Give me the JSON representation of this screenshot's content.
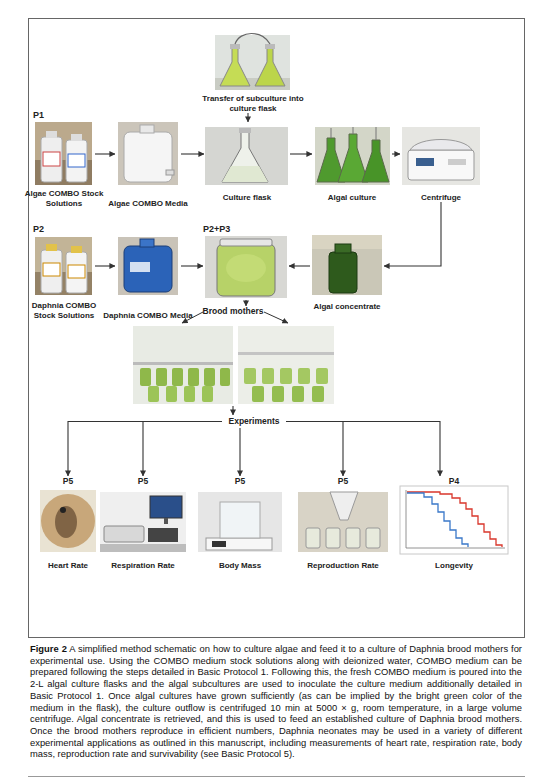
{
  "diagram": {
    "caption": "Figure 2 A simplified method schematic on how to culture algae and feed it to a culture of Daphnia brood mothers for experimental use. Using the COMBO medium stock solutions along with deionized water, COMBO medium can be prepared following the steps detailed in Basic Protocol 1. Following this, the fresh COMBO medium is poured into the 2-L algal culture flasks and the algal subcultures are used to inoculate the culture medium additionally detailed in Basic Protocol 1. Once algal cultures have grown sufficiently (as can be implied by the bright green color of the medium in the flask), the culture outflow is centrifuged 10 min at 5000 × g, room temperature, in a large volume centrifuge. Algal concentrate is retrieved, and this is used to feed an established culture of Daphnia brood mothers. Once the brood mothers reproduce in efficient numbers, Daphnia neonates may be used in a variety of different experimental applications as outlined in this manuscript, including measurements of heart rate, respiration rate, body mass, reproduction rate and survivability (see Basic Protocol 5).",
    "nodes": [
      {
        "text": [
          "Transfer of subculture into culture flask"
        ]
      },
      {
        "text": [
          "P1",
          "Algae COMBO Stock Solutions"
        ]
      },
      {
        "text": [
          "Algae COMBO Media"
        ]
      },
      {
        "text": [
          "Culture flask"
        ]
      },
      {
        "text": [
          "Algal culture"
        ]
      },
      {
        "text": [
          "Centrifuge"
        ]
      },
      {
        "text": [
          "P2",
          "Daphnia COMBO Stock Solutions"
        ]
      },
      {
        "text": [
          "Daphnia COMBO Media"
        ]
      },
      {
        "text": [
          "P2+P3"
        ]
      },
      {
        "text": [
          "Algal concentrate"
        ]
      },
      {
        "text": [
          "Brood mothers"
        ]
      },
      {
        "text": [
          "Experiments"
        ]
      },
      {
        "text": [
          "P5",
          "Heart Rate"
        ]
      },
      {
        "text": [
          "P5",
          "Respiration Rate"
        ]
      },
      {
        "text": [
          "P5",
          "Body Mass"
        ]
      },
      {
        "text": [
          "P5",
          "Reproduction Rate"
        ]
      },
      {
        "text": [
          "P4",
          "Longevity"
        ]
      }
    ],
    "edges": [
      {
        "from": 0,
        "to": 3,
        "arrow": "to"
      },
      {
        "from": 1,
        "to": 2,
        "arrow": "to"
      },
      {
        "from": 2,
        "to": 3,
        "arrow": "to"
      },
      {
        "from": 3,
        "to": 4,
        "arrow": "to"
      },
      {
        "from": 4,
        "to": 5,
        "arrow": "to"
      },
      {
        "from": 5,
        "to": 9,
        "arrow": "to"
      },
      {
        "from": 6,
        "to": 7,
        "arrow": "to"
      },
      {
        "from": 7,
        "to": 8,
        "arrow": "to"
      },
      {
        "from": 9,
        "to": 8,
        "arrow": "to"
      },
      {
        "from": 8,
        "to": 10,
        "arrow": "to"
      },
      {
        "from": 10,
        "to": 11,
        "arrow": "to"
      },
      {
        "from": 11,
        "to": 12,
        "arrow": "to"
      },
      {
        "from": 11,
        "to": 13,
        "arrow": "to"
      },
      {
        "from": 11,
        "to": 14,
        "arrow": "to"
      },
      {
        "from": 11,
        "to": 15,
        "arrow": "to"
      },
      {
        "from": 11,
        "to": 16,
        "arrow": "to"
      }
    ]
  }
}
